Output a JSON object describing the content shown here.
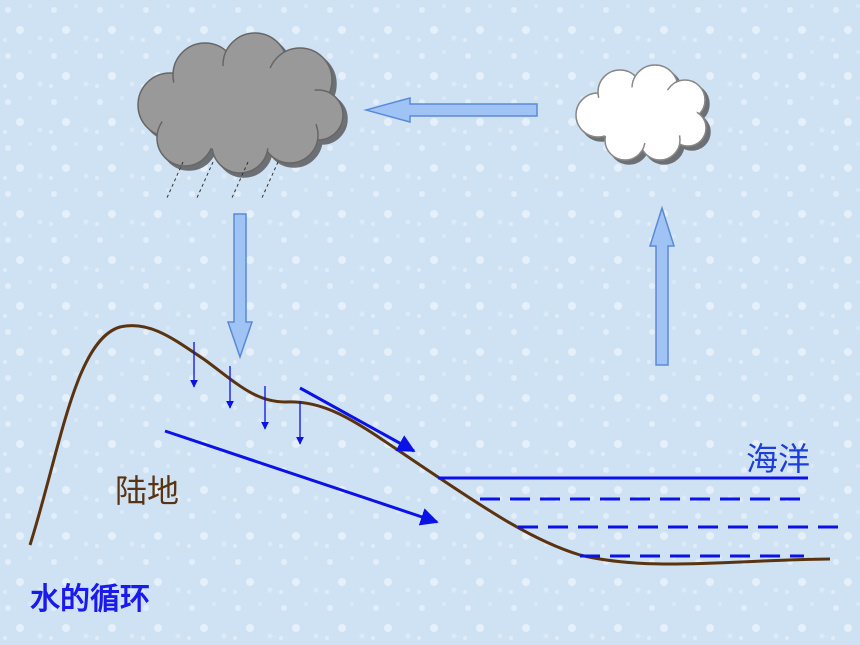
{
  "labels": {
    "land": "陆地",
    "ocean": "海洋",
    "title": "水的循环"
  },
  "colors": {
    "background": "#cfe2f3",
    "terrain": "#5a3310",
    "flow": "#0a12e8",
    "cycle_arrow": "#9fc3f4",
    "cycle_arrow_stroke": "#5b89d6",
    "rain_cloud": "#999999",
    "white_cloud": "#ffffff",
    "title": "#1a1aee",
    "land_label": "#5a3310",
    "ocean_label": "#1d3fd8"
  }
}
